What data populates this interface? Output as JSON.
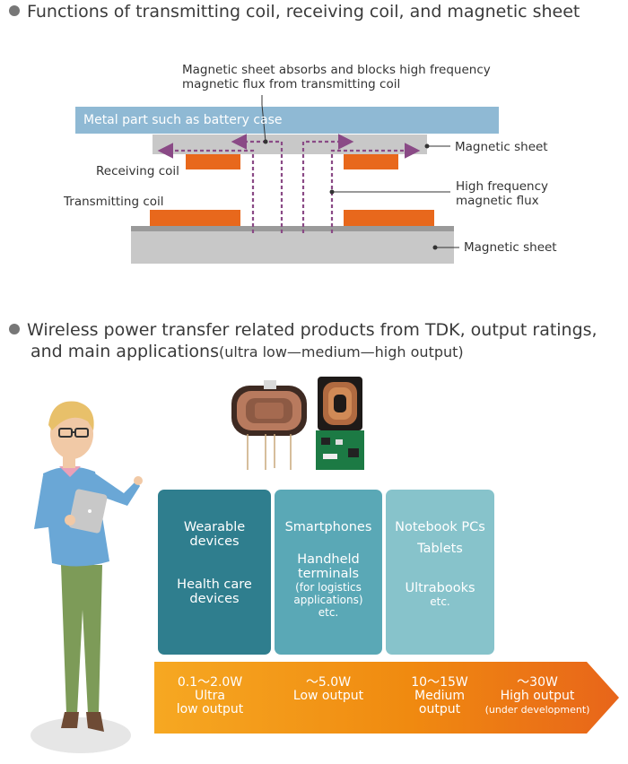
{
  "section1": {
    "heading": "Functions of transmitting coil, receiving coil, and magnetic sheet",
    "callout_line1": "Magnetic sheet absorbs and blocks high frequency",
    "callout_line2": "magnetic flux from transmitting coil",
    "metal_part": "Metal part such as battery case",
    "magnetic_sheet_upper": "Magnetic sheet",
    "receiving_coil": "Receiving coil",
    "transmitting_coil": "Transmitting coil",
    "flux_line1": "High frequency",
    "flux_line2": "magnetic flux",
    "magnetic_sheet_lower": "Magnetic sheet"
  },
  "section2": {
    "heading_line1": "Wireless power transfer related products from TDK, output ratings,",
    "heading_line2_main": "and main applications",
    "heading_line2_sub": "(ultra low—medium—high output)"
  },
  "applications": [
    {
      "lines": [
        "Wearable",
        "devices",
        "",
        "Health care",
        "devices"
      ]
    },
    {
      "lines": [
        "Smartphones",
        "",
        "Handheld",
        "terminals"
      ],
      "small": [
        "(for logistics",
        "applications)",
        "etc."
      ]
    },
    {
      "lines": [
        "Notebook PCs",
        "Tablets",
        "",
        "Ultrabooks"
      ],
      "small": [
        "etc."
      ]
    }
  ],
  "outputs": [
    {
      "value": "0.1～2.0W",
      "label1": "Ultra",
      "label2": "low output"
    },
    {
      "value": "～5.0W",
      "label1": "Low output",
      "label2": ""
    },
    {
      "value": "10～15W",
      "label1": "Medium",
      "label2": "output"
    },
    {
      "value": "～30W",
      "label1": "High output",
      "label2": "(under development)"
    }
  ],
  "colors": {
    "dark_teal": "#2f7e8e",
    "mid_teal": "#5aa8b6",
    "light_teal": "#87c3cb",
    "coil_orange": "#e8681c",
    "flux_purple": "#8a4a86",
    "metal_blue": "#8fb9d4",
    "sheet_gray": "#c8c8c8"
  }
}
